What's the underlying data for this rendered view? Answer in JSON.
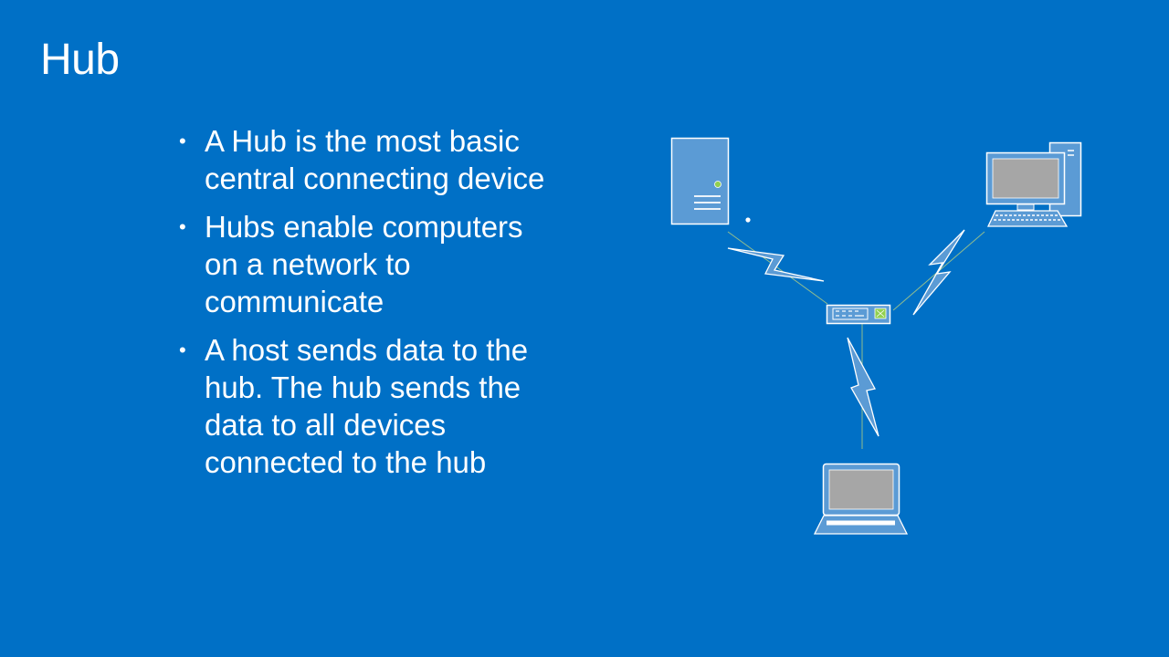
{
  "slide": {
    "title": "Hub",
    "bullets": [
      "A Hub is the most basic central connecting device",
      "Hubs enable computers on a network to communicate",
      "A host sends data to the hub. The hub sends the data to all devices connected to the hub"
    ]
  },
  "colors": {
    "background": "#0070c6",
    "device_fill": "#5b9bd5",
    "device_stroke": "#ffffff",
    "screen_fill": "#a6a6a6",
    "link_line": "#8fbc8f",
    "hub_led": "#92d050"
  },
  "diagram": {
    "nodes": [
      "server-icon",
      "desktop-computer-icon",
      "hub-icon",
      "laptop-icon"
    ],
    "links": [
      "server-to-hub",
      "desktop-to-hub",
      "laptop-to-hub"
    ]
  }
}
